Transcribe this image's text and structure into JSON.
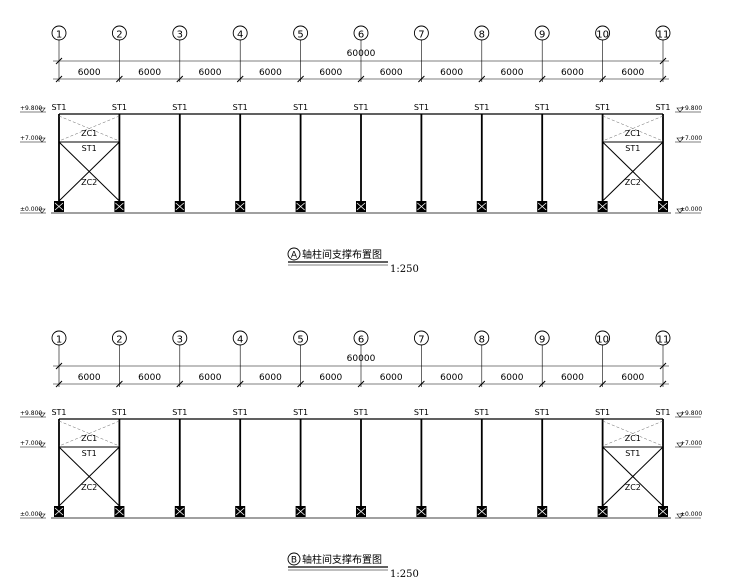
{
  "drawing": {
    "grid_labels": [
      "1",
      "2",
      "3",
      "4",
      "5",
      "6",
      "7",
      "8",
      "9",
      "10",
      "11"
    ],
    "total_dimension": "60000",
    "bay_dimensions": [
      "6000",
      "6000",
      "6000",
      "6000",
      "6000",
      "6000",
      "6000",
      "6000",
      "6000",
      "6000"
    ],
    "beam_labels": [
      "ST1",
      "ST1",
      "ST1",
      "ST1",
      "ST1",
      "ST1",
      "ST1",
      "ST1",
      "ST1",
      "ST1",
      "ST1"
    ],
    "mid_strut_label": "ST1",
    "brace_labels": {
      "upper": "ZC1",
      "lower": "ZC2"
    },
    "elevations": {
      "top": "+9.800",
      "mid": "+7.000",
      "base": "±0.000"
    },
    "scale": "1:250",
    "panels": [
      {
        "axis": "A",
        "title": "轴柱间支撑布置图"
      },
      {
        "axis": "B",
        "title": "轴柱间支撑布置图"
      }
    ]
  }
}
